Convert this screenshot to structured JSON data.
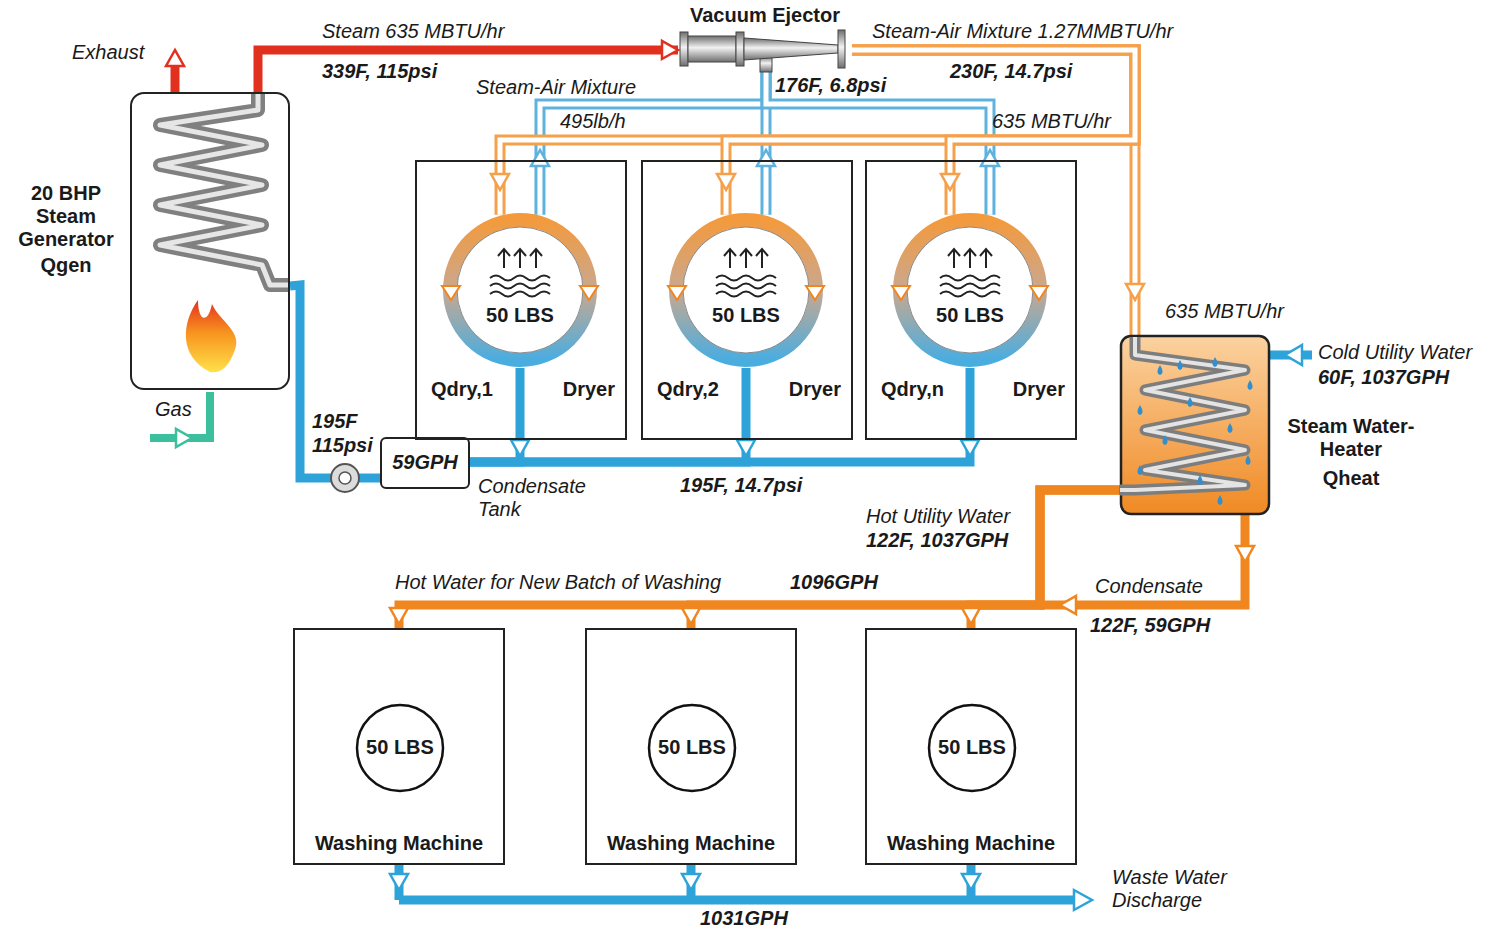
{
  "diagram": {
    "nodes": [
      {
        "text": [
          "20 BHP Steam Generator",
          "Qgen"
        ]
      },
      {
        "text": [
          "Vacuum Ejector"
        ]
      },
      {
        "text": [
          "Qdry,1",
          "Dryer"
        ]
      },
      {
        "text": [
          "50 LBS"
        ],
        "in": 2
      },
      {
        "text": [
          "Qdry,2",
          "Dryer"
        ]
      },
      {
        "text": [
          "50 LBS"
        ],
        "in": 4
      },
      {
        "text": [
          "Qdry,n",
          "Dryer"
        ]
      },
      {
        "text": [
          "50 LBS"
        ],
        "in": 6
      },
      {
        "text": [
          "59GPH",
          "Condensate Tank"
        ]
      },
      {
        "text": [
          "Steam Water-Heater",
          "Qheat"
        ]
      },
      {
        "text": [
          "Washing Machine"
        ]
      },
      {
        "text": [
          "50 LBS"
        ],
        "in": 10
      },
      {
        "text": [
          "Washing Machine"
        ]
      },
      {
        "text": [
          "50 LBS"
        ],
        "in": 12
      },
      {
        "text": [
          "Washing Machine"
        ]
      },
      {
        "text": [
          "50 LBS"
        ],
        "in": 14
      }
    ],
    "edges": [
      {
        "from": 0,
        "to": 1,
        "arrow": "to",
        "label": "Steam 635 MBTU/hr"
      },
      {
        "from": 3,
        "to": 1,
        "arrow": "to"
      },
      {
        "from": 5,
        "to": 1,
        "arrow": "to"
      },
      {
        "from": 7,
        "to": 1,
        "arrow": "to"
      },
      {
        "from": 1,
        "to": 9,
        "arrow": "to",
        "label": "Steam-Air Mixture 1.27MMBTU/hr"
      },
      {
        "from": 1,
        "to": 3,
        "arrow": "to"
      },
      {
        "from": 1,
        "to": 5,
        "arrow": "to"
      },
      {
        "from": 1,
        "to": 7,
        "arrow": "to"
      },
      {
        "from": 3,
        "to": 8,
        "arrow": "to"
      },
      {
        "from": 5,
        "to": 8,
        "arrow": "to"
      },
      {
        "from": 7,
        "to": 8,
        "arrow": "to"
      },
      {
        "from": 8,
        "to": 0,
        "arrow": "none"
      },
      {
        "from": 9,
        "to": 10,
        "arrow": "to",
        "label": "Hot Water for New Batch of Washing"
      },
      {
        "from": 9,
        "to": 12,
        "arrow": "to"
      },
      {
        "from": 9,
        "to": 14,
        "arrow": "to"
      }
    ],
    "labels": [
      "Exhaust",
      "339F, 115psi",
      "Steam-Air Mixture",
      "495lb/h",
      "176F, 6.8psi",
      "230F, 14.7psi",
      "635 MBTU/hr",
      "635 MBTU/hr",
      "Gas",
      "195F",
      "115psi",
      "195F, 14.7psi",
      "Cold Utility Water",
      "60F, 1037GPH",
      "Hot Utility Water",
      "122F, 1037GPH",
      "Condensate",
      "122F, 59GPH",
      "1096GPH",
      "Waste Water Discharge",
      "1031GPH"
    ]
  }
}
